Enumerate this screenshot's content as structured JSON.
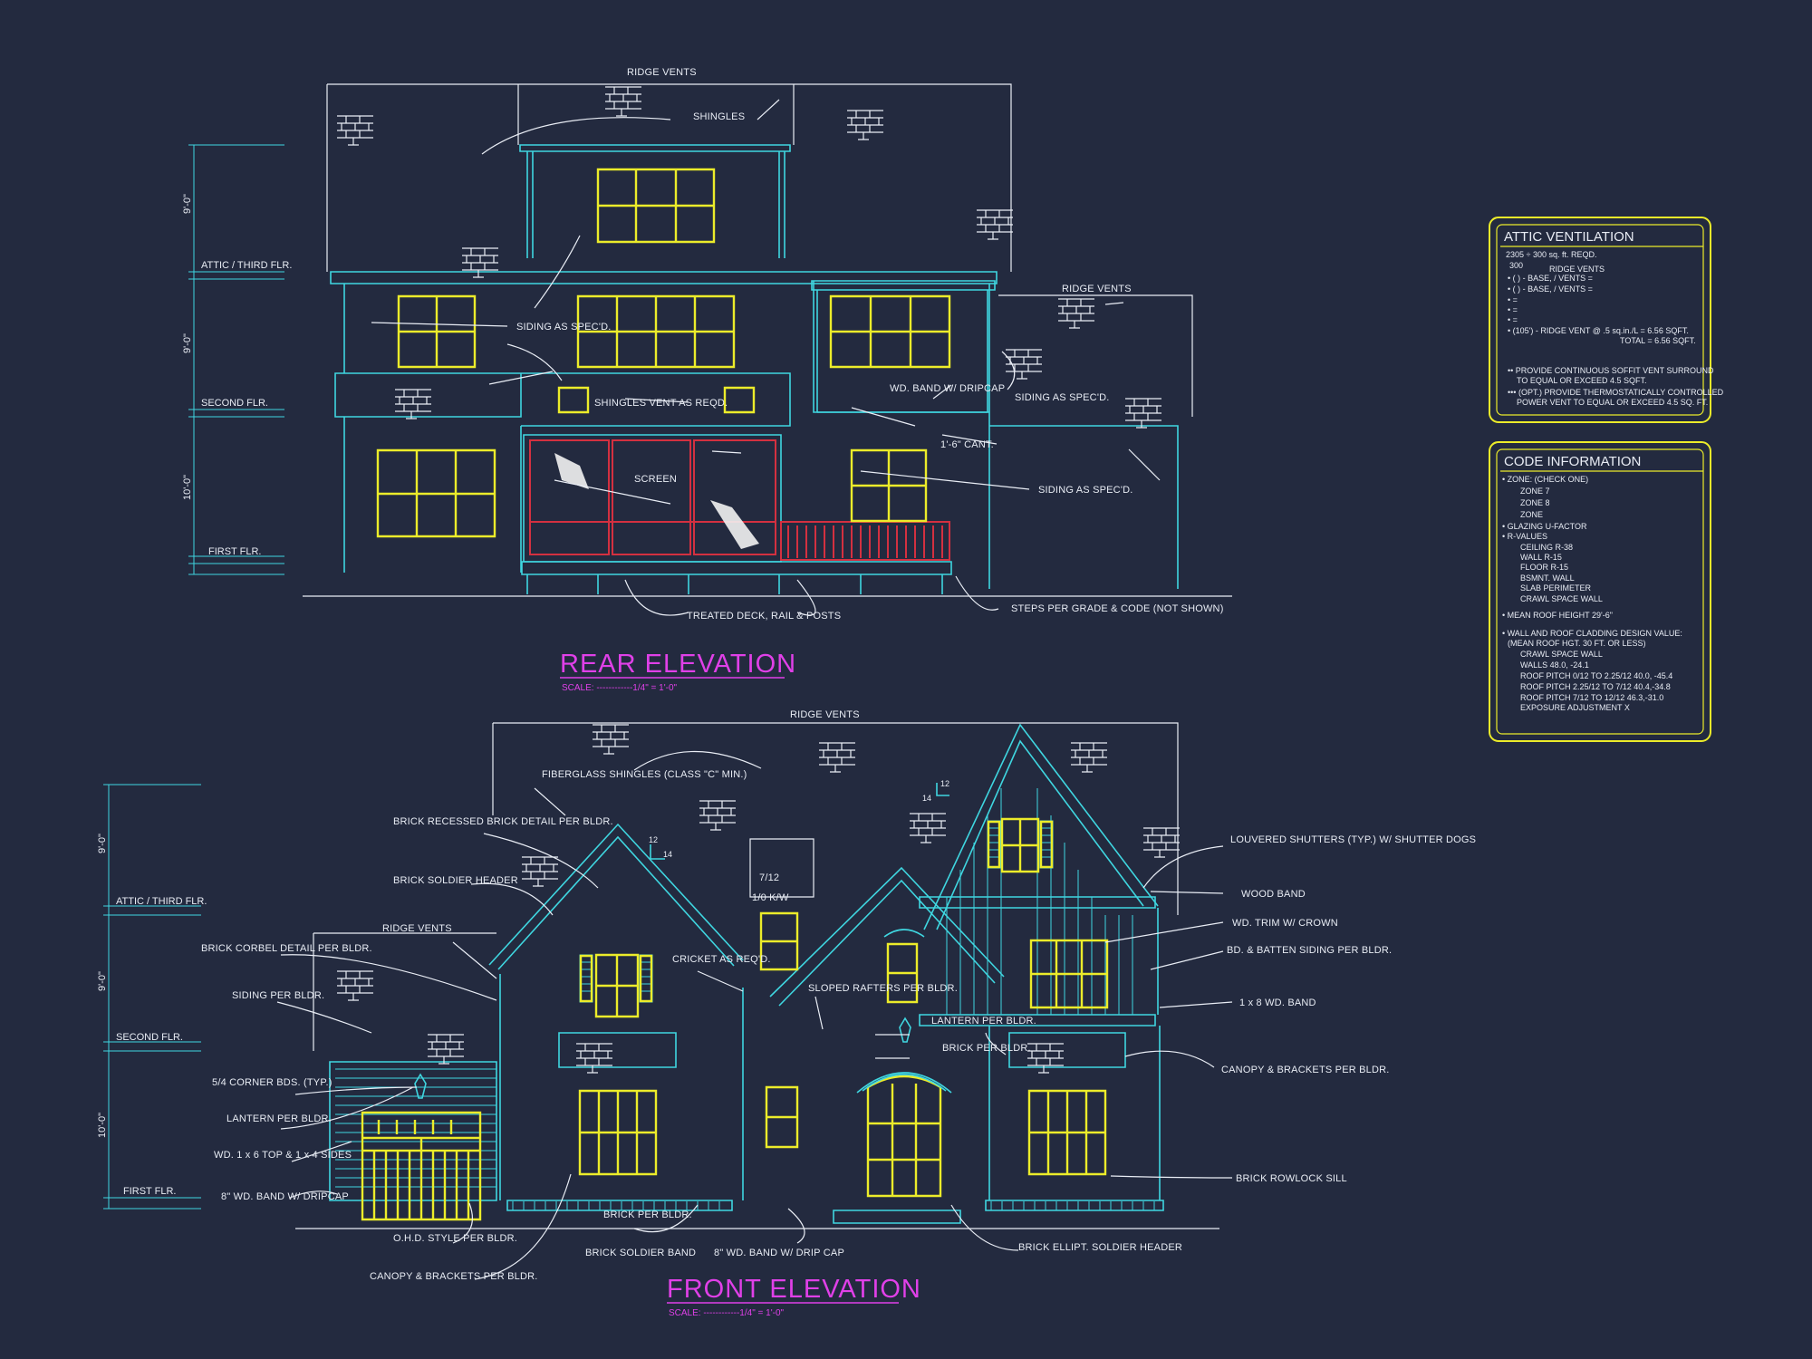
{
  "rear": {
    "title": "REAR ELEVATION",
    "scale": "SCALE: ------------1/4\" = 1'-0\"",
    "levels": [
      "ATTIC / THIRD FLR.",
      "SECOND FLR.",
      "FIRST FLR."
    ],
    "dims": [
      "9'-0\"",
      "9'-0\"",
      "10'-0\""
    ],
    "notes": [
      "RIDGE VENTS",
      "SHINGLES",
      "SIDING AS SPEC'D.",
      "SHINGLES VENT AS REQD.",
      "WD. BAND W/ DRIPCAP",
      "SIDING AS SPEC'D.",
      "RIDGE VENTS",
      "1'-6\" CANT.",
      "SCREEN",
      "SIDING AS SPEC'D.",
      "TREATED DECK, RAIL & POSTS",
      "STEPS PER GRADE & CODE (NOT SHOWN)"
    ]
  },
  "front": {
    "title": "FRONT ELEVATION",
    "scale": "SCALE: ------------1/4\" = 1'-0\"",
    "levels": [
      "ATTIC / THIRD FLR.",
      "SECOND FLR.",
      "FIRST FLR."
    ],
    "dims": [
      "9'-0\"",
      "9'-0\"",
      "10'-0\""
    ],
    "notes_left": [
      "BRICK RECESSED BRICK DETAIL PER BLDR.",
      "BRICK SOLDIER HEADER",
      "RIDGE VENTS",
      "BRICK CORBEL DETAIL PER BLDR.",
      "SIDING PER BLDR.",
      "5/4 CORNER BDS. (TYP.)",
      "LANTERN PER BLDR.",
      "WD. 1 x 6 TOP & 1 x 4 SIDES",
      "8\" WD. BAND W/ DRIPCAP",
      "O.H.D. STYLE PER BLDR.",
      "CANOPY & BRACKETS PER BLDR."
    ],
    "notes_center": [
      "RIDGE VENTS",
      "FIBERGLASS SHINGLES (CLASS \"C\" MIN.)",
      "CRICKET AS REQ'D.",
      "SLOPED RAFTERS PER BLDR.",
      "LANTERN PER BLDR.",
      "BRICK PER BLDR.",
      "BRICK PER BLDR.",
      "BRICK SOLDIER BAND",
      "8\" WD. BAND W/ DRIP CAP",
      "BRICK ELLIPT. SOLDIER HEADER",
      "7/12",
      "1/0 K/W",
      "12",
      "14",
      "14",
      "12"
    ],
    "notes_right": [
      "LOUVERED SHUTTERS (TYP.) W/ SHUTTER DOGS",
      "WOOD BAND",
      "WD. TRIM W/ CROWN",
      "BD. & BATTEN SIDING PER BLDR.",
      "1 x 8 WD. BAND",
      "CANOPY & BRACKETS PER BLDR.",
      "BRICK ROWLOCK SILL"
    ]
  },
  "attic_panel": {
    "title": "ATTIC VENTILATION",
    "lines": [
      "2305 ÷ 300 sq. ft. REQD.",
      "300",
      "RIDGE VENTS",
      "• (  ) -      BASE,   /   VENTS  =",
      "• (  ) -      BASE,   /   VENTS  =",
      "•                                         =",
      "•                                         =",
      "•                                         =",
      "• (105') - RIDGE VENT @ .5 sq.in./L = 6.56 SQFT.",
      "TOTAL    = 6.56 SQFT.",
      "•• PROVIDE CONTINUOUS SOFFIT VENT SURROUND",
      "TO EQUAL OR EXCEED  4.5 SQFT.",
      "••• (OPT.) PROVIDE THERMOSTATICALLY CONTROLLED",
      "POWER VENT TO EQUAL OR EXCEED 4.5 SQ. FT."
    ]
  },
  "code_panel": {
    "title": "CODE INFORMATION",
    "lines": [
      "• ZONE: (CHECK ONE)",
      "ZONE 7",
      "ZONE 8",
      "ZONE",
      "• GLAZING U-FACTOR",
      "• R-VALUES",
      "CEILING           R-38",
      "WALL               R-15",
      "FLOOR             R-15",
      "BSMNT. WALL",
      "SLAB PERIMETER",
      "CRAWL SPACE WALL",
      "• MEAN ROOF HEIGHT   29'-6\"",
      "• WALL AND ROOF CLADDING DESIGN VALUE:",
      "(MEAN ROOF HGT. 30 FT. OR LESS)",
      "CRAWL SPACE WALL",
      "WALLS                      48.0, -24.1",
      "ROOF PITCH 0/12 TO 2.25/12   40.0, -45.4",
      "ROOF PITCH 2.25/12 TO 7/12   40.4,-34.8",
      "ROOF PITCH 7/12 TO 12/12     46.3,-31.0",
      "EXPOSURE ADJUSTMENT        X"
    ]
  },
  "colors": {
    "background": "#232a3f",
    "wall": "#3fd6e0",
    "window": "#ecec2a",
    "screen": "#d43040",
    "title": "#e040e8",
    "line": "#e9edf5"
  }
}
